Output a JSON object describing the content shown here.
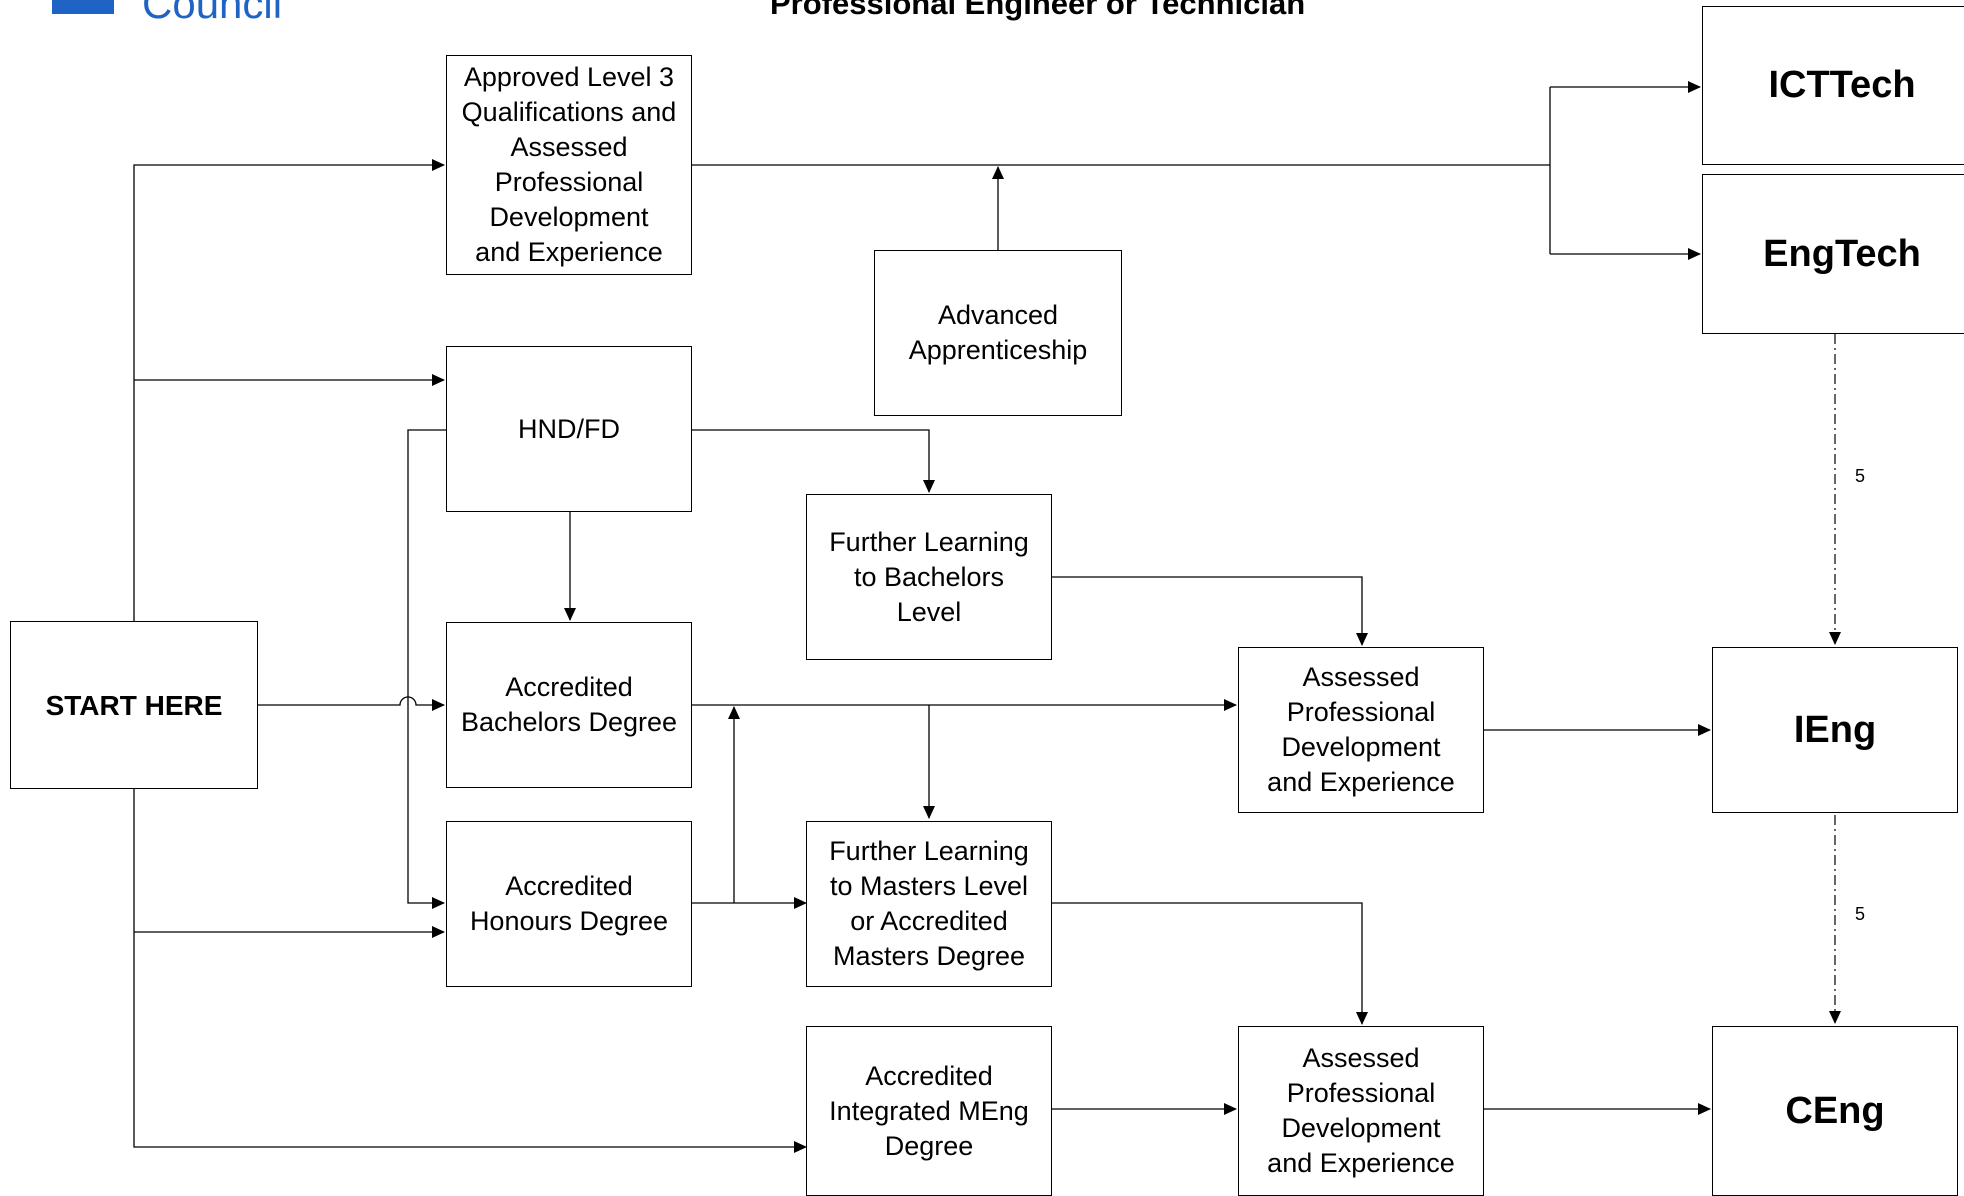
{
  "logo": {
    "text": "Council",
    "color": "#1f64c4"
  },
  "title": "Professional Engineer or Technician",
  "boxes": {
    "start": "START HERE",
    "level3": "Approved Level 3\nQualifications and\nAssessed\nProfessional\nDevelopment\nand Experience",
    "hnd": "HND/FD",
    "advanced_apprenticeship": "Advanced\nApprenticeship",
    "further_bachelors": "Further Learning\nto Bachelors\nLevel",
    "accredited_bachelors": "Accredited\nBachelors Degree",
    "accredited_honours": "Accredited\nHonours Degree",
    "further_masters": "Further Learning\nto Masters Level\nor Accredited\nMasters Degree",
    "integrated_meng": "Accredited\nIntegrated MEng\nDegree",
    "assessed_ieng": "Assessed\nProfessional\nDevelopment\nand Experience",
    "assessed_ceng": "Assessed\nProfessional\nDevelopment\nand Experience",
    "icttech": "ICTTech",
    "engtech": "EngTech",
    "ieng": "IEng",
    "ceng": "CEng"
  },
  "labels": {
    "engtech_to_ieng": "5",
    "ieng_to_ceng": "5"
  }
}
